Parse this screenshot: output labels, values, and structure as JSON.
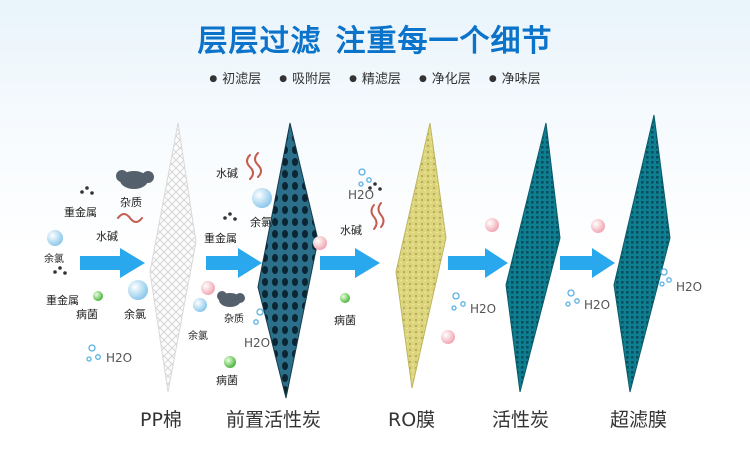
{
  "title": {
    "part1": "层层过滤",
    "part2": "注重每一个细节"
  },
  "layers": [
    "初滤层",
    "吸附层",
    "精滤层",
    "净化层",
    "净味层"
  ],
  "stages": [
    "PP棉",
    "前置活性炭",
    "RO膜",
    "活性炭",
    "超滤膜"
  ],
  "tags": {
    "heavy_metal": "重金属",
    "alkali": "水碱",
    "impurity": "杂质",
    "chlorine": "余氯",
    "bacteria": "病菌",
    "water": "H2O"
  },
  "colors": {
    "title": "#0b73c9",
    "arrow": "#2aa8ee",
    "carbon": "#1d4a5e",
    "ro": "#d8d27a",
    "mesh": "#0f8a9c"
  }
}
